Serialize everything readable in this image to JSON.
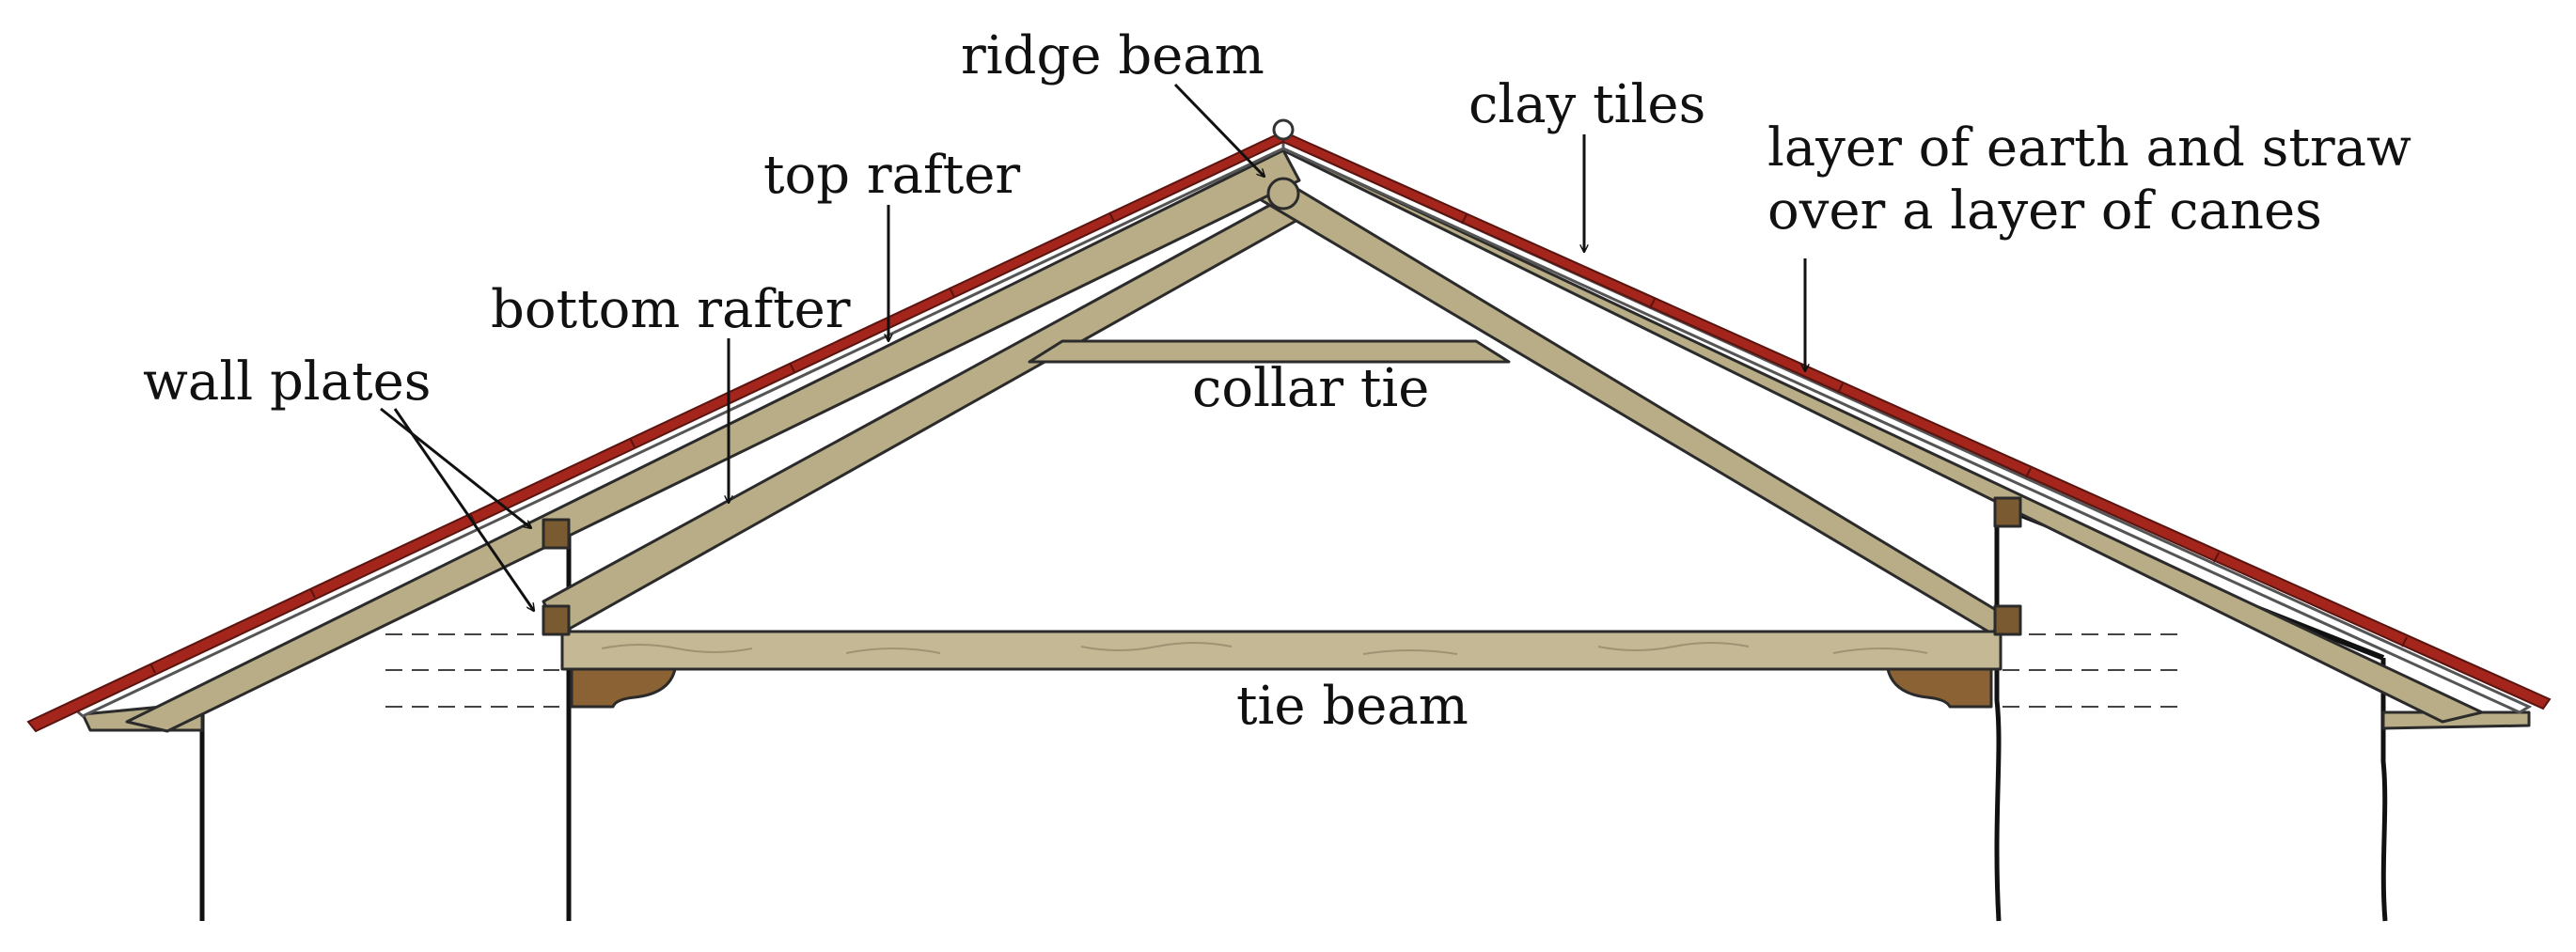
{
  "labels": {
    "ridge_beam": "ridge beam",
    "clay_tiles": "clay tiles",
    "earth_straw_line1": "layer of earth and straw",
    "earth_straw_line2": "over a layer of canes",
    "top_rafter": "top rafter",
    "bottom_rafter": "bottom rafter",
    "wall_plates": "wall plates",
    "collar_tie": "collar tie",
    "tie_beam": "tie beam"
  },
  "colors": {
    "timber": "#b8ad87",
    "timber_dark": "#8f8566",
    "clay_tile": "#a3251c",
    "wall_plate": "#7a5a30",
    "bracket": "#8a6233",
    "line": "#111111"
  }
}
